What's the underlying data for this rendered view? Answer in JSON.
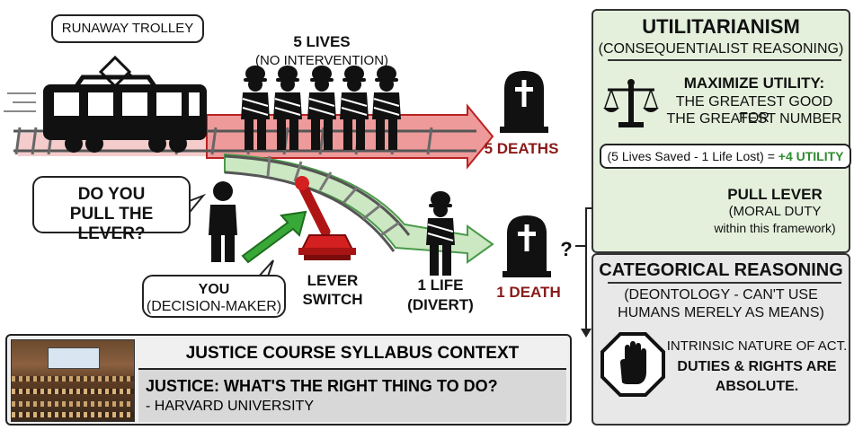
{
  "trolley": {
    "label": "RUNAWAY TROLLEY",
    "five_title": "5 LIVES",
    "five_sub": "(NO INTERVENTION)",
    "five_outcome": "5 DEATHS",
    "one_title": "1 LIFE",
    "one_sub": "(DIVERT)",
    "one_outcome": "1 DEATH",
    "question": "?"
  },
  "decision": {
    "bubble_line1": "DO YOU",
    "bubble_line2": "PULL THE LEVER?",
    "you_line1": "YOU",
    "you_line2": "(DECISION-MAKER)",
    "lever_line1": "LEVER",
    "lever_line2": "SWITCH"
  },
  "syllabus": {
    "header": "JUSTICE COURSE SYLLABUS CONTEXT",
    "title": "JUSTICE: WHAT'S THE RIGHT THING TO DO?",
    "source": "- HARVARD UNIVERSITY"
  },
  "utilitarianism": {
    "title": "UTILITARIANISM",
    "subtitle": "(CONSEQUENTIALIST REASONING)",
    "maxim_heading": "MAXIMIZE UTILITY:",
    "maxim_line1": "THE GREATEST GOOD FOR",
    "maxim_line2": "THE GREATEST NUMBER",
    "equation": "(5 Lives Saved - 1 Life Lost) = ",
    "equation_result": "+4 UTILITY",
    "conclusion_heading": "PULL LEVER",
    "conclusion_line1": "(MORAL DUTY",
    "conclusion_line2": "within this framework)"
  },
  "categorical": {
    "title": "CATEGORICAL REASONING",
    "subtitle_line1": "(DEONTOLOGY - CAN'T USE",
    "subtitle_line2": "HUMANS MERELY AS MEANS)",
    "question": "?",
    "principle_line1": "INTRINSIC NATURE OF ACT.",
    "principle_line2": "DUTIES & RIGHTS ARE",
    "principle_line3": "ABSOLUTE."
  },
  "colors": {
    "utilitarian_panel": "#e4f0dc",
    "categorical_panel": "#e8e8e8",
    "death_red": "#8b1a1a",
    "utility_green": "#2e8b2e",
    "lever_red": "#d42020",
    "arrow_green": "#38a838"
  },
  "icons": [
    "tombstone-icon",
    "scales-icon",
    "stop-hand-icon",
    "person-icon",
    "worker-icon",
    "trolley-icon",
    "lever-icon"
  ]
}
